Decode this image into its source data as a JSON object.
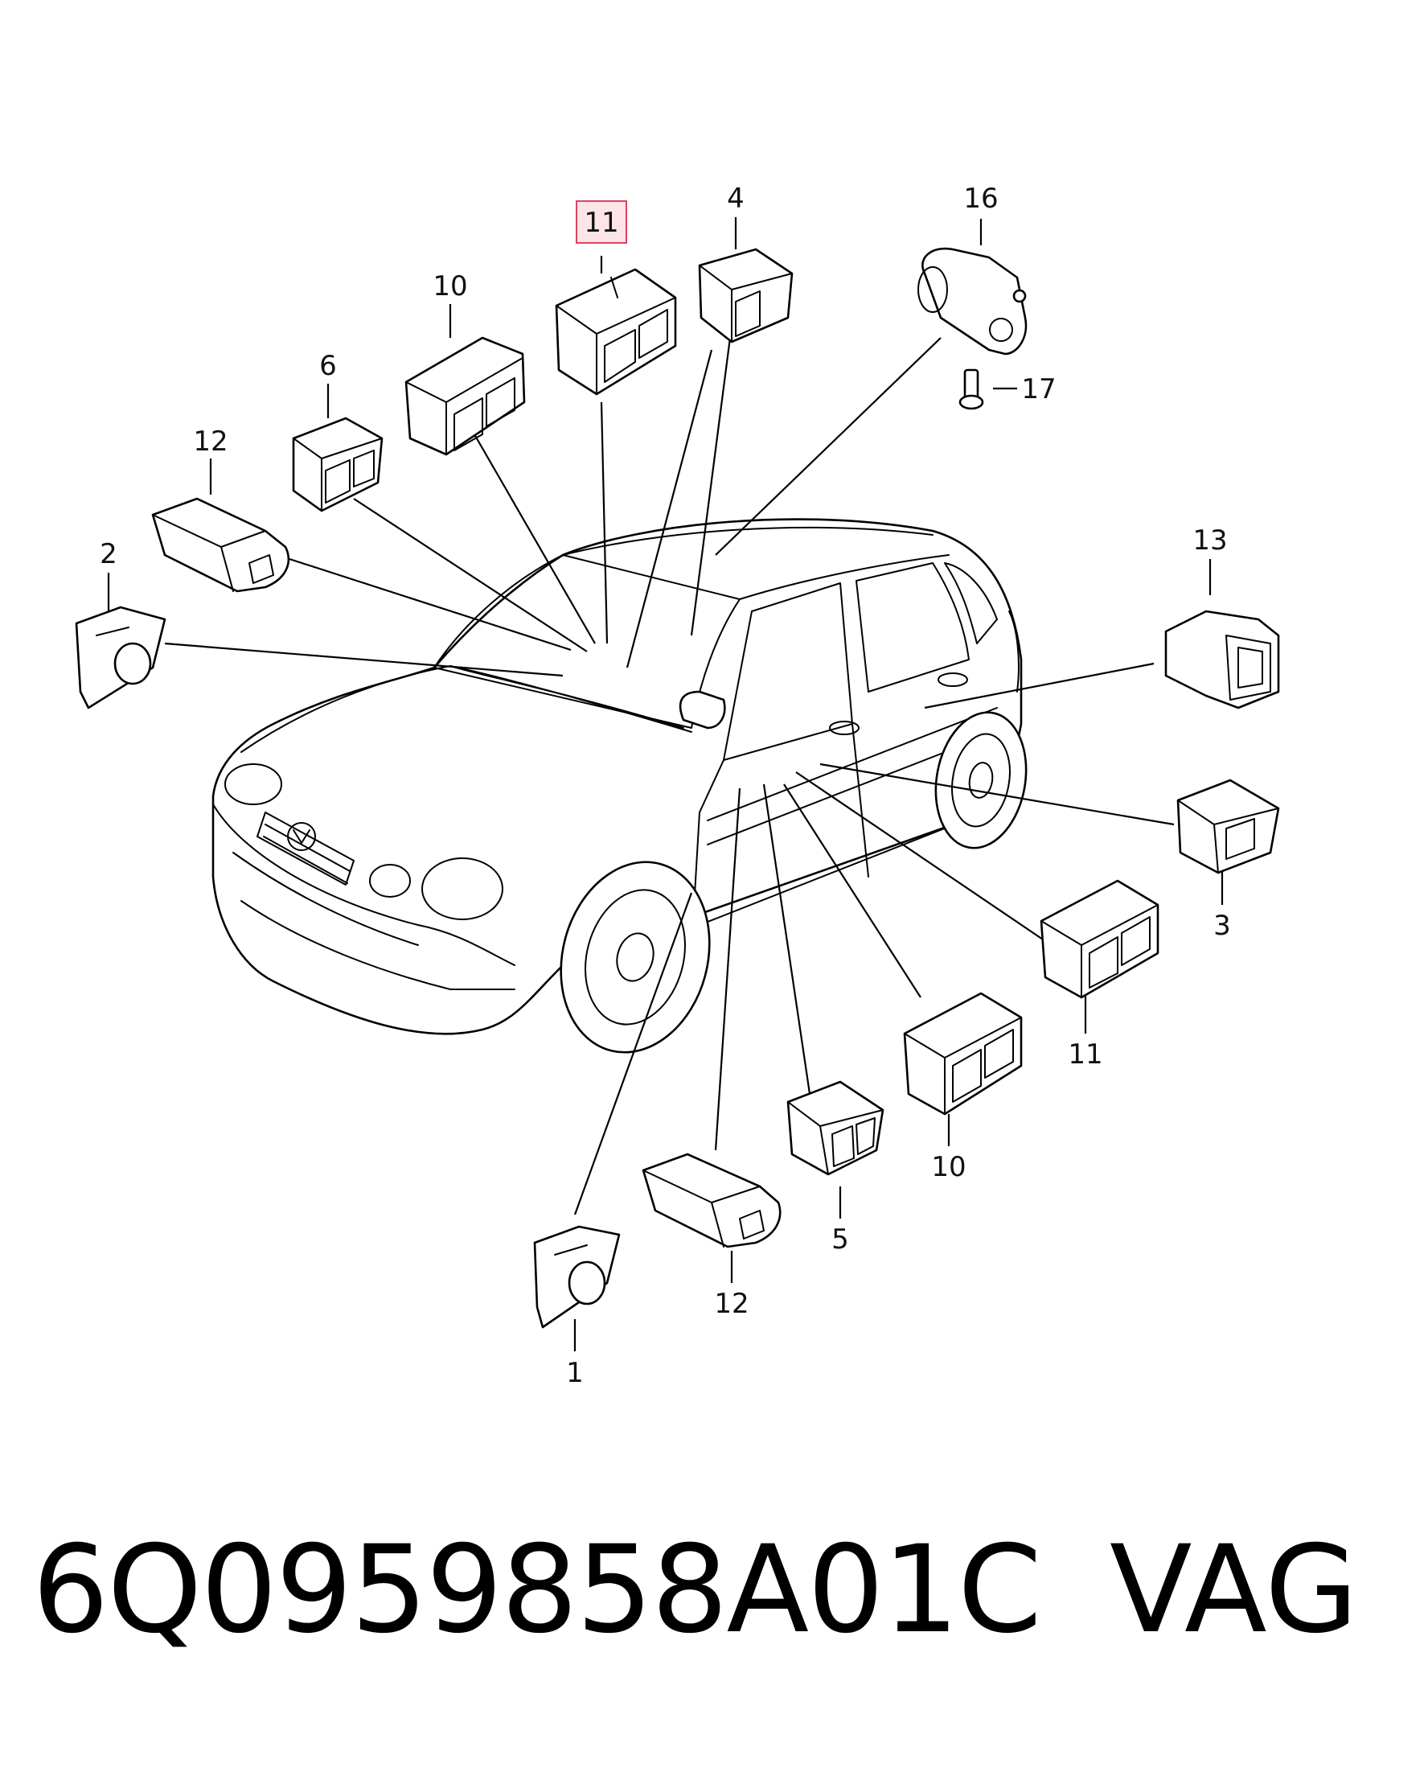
{
  "callouts": {
    "c11_top": "11",
    "c4": "4",
    "c16": "16",
    "c10_top": "10",
    "c6": "6",
    "c17": "17",
    "c12_top": "12",
    "c2": "2",
    "c13": "13",
    "c3": "3",
    "c11_right": "11",
    "c10_bottom": "10",
    "c5": "5",
    "c12_bottom": "12",
    "c1": "1"
  },
  "highlight": {
    "callout": "11",
    "color": "#d9455f",
    "fill": "#fde4e8"
  },
  "footer": {
    "part_number": "6Q0959858A01C",
    "brand": "VAG"
  }
}
